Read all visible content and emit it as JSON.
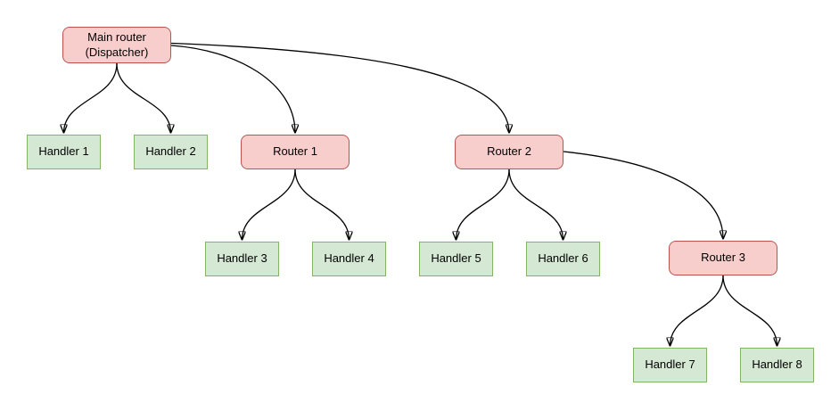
{
  "diagram": {
    "nodes": [
      {
        "id": "main_router",
        "type": "router",
        "lines": [
          "Main router",
          "(Dispatcher)"
        ],
        "label": "Main router (Dispatcher)"
      },
      {
        "id": "handler_1",
        "type": "handler",
        "label": "Handler 1"
      },
      {
        "id": "handler_2",
        "type": "handler",
        "label": "Handler 2"
      },
      {
        "id": "router_1",
        "type": "router",
        "label": "Router 1"
      },
      {
        "id": "router_2",
        "type": "router",
        "label": "Router 2"
      },
      {
        "id": "handler_3",
        "type": "handler",
        "label": "Handler 3"
      },
      {
        "id": "handler_4",
        "type": "handler",
        "label": "Handler 4"
      },
      {
        "id": "handler_5",
        "type": "handler",
        "label": "Handler 5"
      },
      {
        "id": "handler_6",
        "type": "handler",
        "label": "Handler 6"
      },
      {
        "id": "router_3",
        "type": "router",
        "label": "Router 3"
      },
      {
        "id": "handler_7",
        "type": "handler",
        "label": "Handler 7"
      },
      {
        "id": "handler_8",
        "type": "handler",
        "label": "Handler 8"
      }
    ],
    "edges": [
      {
        "from": "main_router",
        "to": "handler_1"
      },
      {
        "from": "main_router",
        "to": "handler_2"
      },
      {
        "from": "main_router",
        "to": "router_1"
      },
      {
        "from": "main_router",
        "to": "router_2"
      },
      {
        "from": "router_1",
        "to": "handler_3"
      },
      {
        "from": "router_1",
        "to": "handler_4"
      },
      {
        "from": "router_2",
        "to": "handler_5"
      },
      {
        "from": "router_2",
        "to": "handler_6"
      },
      {
        "from": "router_2",
        "to": "router_3"
      },
      {
        "from": "router_3",
        "to": "handler_7"
      },
      {
        "from": "router_3",
        "to": "handler_8"
      }
    ],
    "colors": {
      "router_fill": "#f8cecc",
      "router_border": "#b85450",
      "handler_fill": "#d5e8d4",
      "handler_border": "#82b366",
      "edge": "#000000",
      "background": "#ffffff",
      "text": "#000000"
    }
  }
}
